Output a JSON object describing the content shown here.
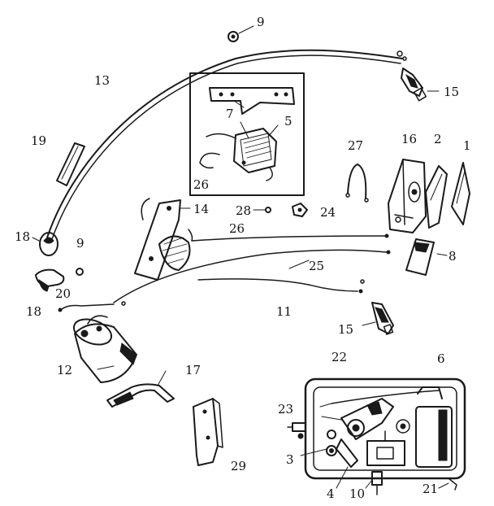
{
  "callouts": [
    "1",
    "2",
    "3",
    "4",
    "5",
    "6",
    "7",
    "8",
    "9",
    "10",
    "11",
    "12",
    "13",
    "14",
    "15",
    "16",
    "17",
    "18",
    "19",
    "20",
    "21",
    "22",
    "23",
    "24",
    "25",
    "26",
    "27",
    "28",
    "29"
  ],
  "labels": {
    "l1": "1",
    "l2": "2",
    "l3": "3",
    "l4": "4",
    "l5": "5",
    "l6": "6",
    "l7": "7",
    "l8": "8",
    "l9a": "9",
    "l9b": "9",
    "l10": "10",
    "l11": "11",
    "l12": "12",
    "l13": "13",
    "l14": "14",
    "l15a": "15",
    "l15b": "15",
    "l16": "16",
    "l17": "17",
    "l18a": "18",
    "l18b": "18",
    "l19": "19",
    "l20": "20",
    "l21": "21",
    "l22": "22",
    "l23": "23",
    "l24": "24",
    "l25": "25",
    "l26a": "26",
    "l26b": "26",
    "l27": "27",
    "l28": "28",
    "l29": "29"
  },
  "colors": {
    "ink": "#1a1a1a",
    "paper": "#ffffff"
  }
}
